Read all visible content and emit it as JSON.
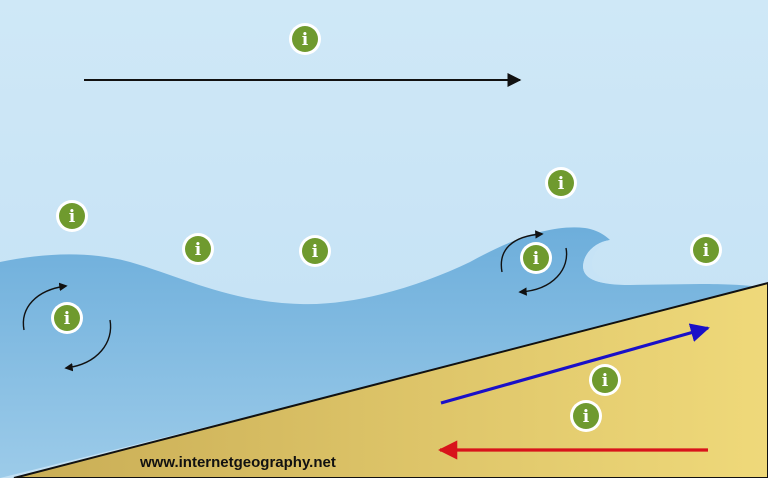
{
  "credit": "www.internetgeography.net",
  "info_hotspots": [
    {
      "name": "info-hotspot-wind",
      "glyph": "i"
    },
    {
      "name": "info-hotspot-swash-upper",
      "glyph": "i"
    },
    {
      "name": "info-hotspot-open-sea",
      "glyph": "i"
    },
    {
      "name": "info-hotspot-wave-trough",
      "glyph": "i"
    },
    {
      "name": "info-hotspot-wave-crest",
      "glyph": "i"
    },
    {
      "name": "info-hotspot-breaker-top",
      "glyph": "i"
    },
    {
      "name": "info-hotspot-beach-edge",
      "glyph": "i"
    },
    {
      "name": "info-hotspot-circular-orbit-left",
      "glyph": "i"
    },
    {
      "name": "info-hotspot-circular-orbit-right",
      "glyph": "i"
    },
    {
      "name": "info-hotspot-swash",
      "glyph": "i"
    },
    {
      "name": "info-hotspot-backwash",
      "glyph": "i"
    }
  ],
  "colors": {
    "sky_top": "#cfe8f7",
    "sky_bottom": "#c2e0f4",
    "sea_light": "#9ccbe9",
    "sea_dark": "#6daedb",
    "sand_light": "#efd97a",
    "sand_dark": "#c9ad55",
    "wind_arrow": "#111111",
    "swash_arrow": "#1a10c8",
    "backwash_arrow": "#d8131b",
    "info_green": "#6f9a2e",
    "info_ring": "#ffffff"
  },
  "icons": {
    "info": "info-icon",
    "wind": "arrow-right-icon",
    "orbit": "circular-arrows-icon",
    "swash": "arrow-up-right-icon",
    "backwash": "arrow-left-icon"
  }
}
